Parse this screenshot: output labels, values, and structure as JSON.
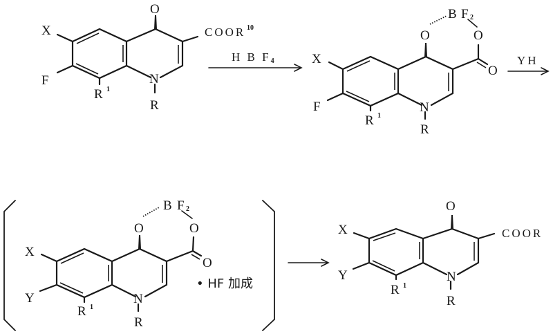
{
  "scheme": {
    "type": "reaction_scheme",
    "colors": {
      "ink": "#1a1a1a",
      "background": "#ffffff"
    },
    "step1": {
      "reagent": "HBF₄",
      "reagent_parts": {
        "base": "H B F",
        "sub": "4"
      }
    },
    "step2": {
      "reagent": "YH"
    },
    "step3": {
      "reagent": ""
    },
    "compound1": {
      "name": "starting ester",
      "labels": {
        "x": "X",
        "f": "F",
        "r1": "R",
        "r1_sup": "1",
        "n": "N",
        "r": "R",
        "o": "O",
        "ester": "COOR",
        "ester_sup": "10"
      }
    },
    "compound2": {
      "name": "BF2 chelate",
      "labels": {
        "x": "X",
        "f": "F",
        "r1": "R",
        "r1_sup": "1",
        "n": "N",
        "r": "R",
        "o_ring": "O",
        "o_ester": "O",
        "o_carbonyl": "O",
        "b": "B",
        "f2": "F",
        "f2_sub": "2"
      }
    },
    "compound3": {
      "name": "HF adduct intermediate",
      "labels": {
        "x": "X",
        "y": "Y",
        "r1": "R",
        "r1_sup": "1",
        "n": "N",
        "r": "R",
        "o_ring": "O",
        "o_ester": "O",
        "o_carbonyl": "O",
        "b": "B",
        "f2": "F",
        "f2_sub": "2",
        "adduct": "• HF 加成"
      }
    },
    "compound4": {
      "name": "product ester",
      "labels": {
        "x": "X",
        "y": "Y",
        "r1": "R",
        "r1_sup": "1",
        "n": "N",
        "r": "R",
        "o": "O",
        "ester": "COOR"
      }
    }
  }
}
